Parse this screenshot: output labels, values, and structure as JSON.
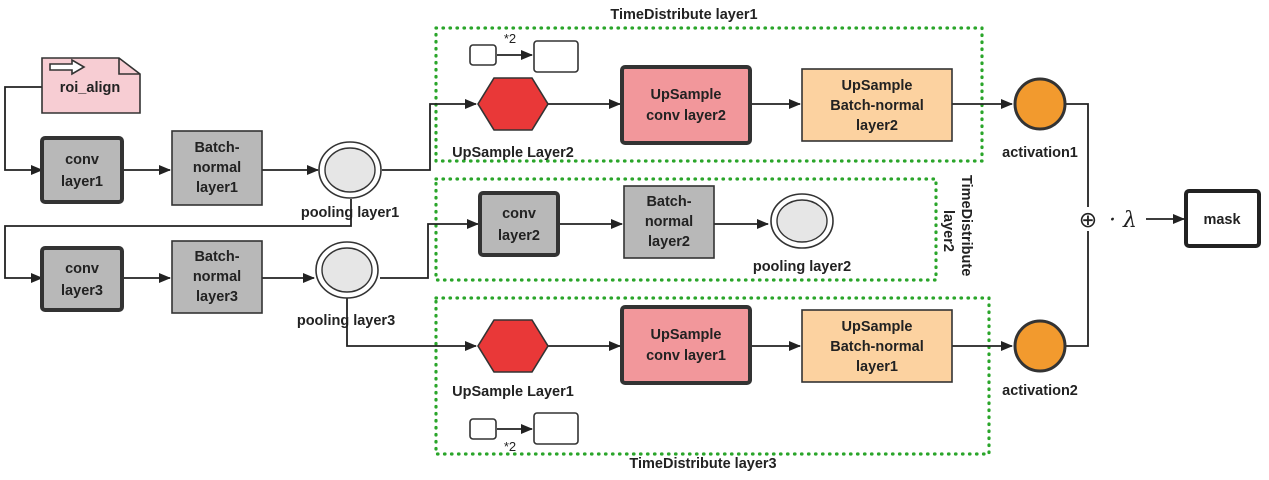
{
  "groups": {
    "td1": "TimeDistribute layer1",
    "td2_line1": "TimeDistribute",
    "td2_line2": "layer2",
    "td3": "TimeDistribute layer3"
  },
  "nodes": {
    "roi_align": "roi_align",
    "conv1": [
      "conv",
      "layer1"
    ],
    "bn1": [
      "Batch-",
      "normal",
      "layer1"
    ],
    "pool1": "pooling layer1",
    "conv3": [
      "conv",
      "layer3"
    ],
    "bn3": [
      "Batch-",
      "normal",
      "layer3"
    ],
    "pool3": "pooling layer3",
    "up2": "UpSample Layer2",
    "upconv2": [
      "UpSample",
      "conv layer2"
    ],
    "upbn2": [
      "UpSample",
      "Batch-normal",
      "layer2"
    ],
    "act1": "activation1",
    "conv2": [
      "conv",
      "layer2"
    ],
    "bn2": [
      "Batch-",
      "normal",
      "layer2"
    ],
    "pool2": "pooling layer2",
    "up1": "UpSample Layer1",
    "upconv1": [
      "UpSample",
      "conv layer1"
    ],
    "upbn1": [
      "UpSample",
      "Batch-normal",
      "layer1"
    ],
    "act2": "activation2",
    "mask": "mask"
  },
  "upsample_note": {
    "top": "*2",
    "bottom": "*2"
  },
  "combine": {
    "oplus": "⊕",
    "lambda": "· λ"
  },
  "colors": {
    "gray_box": "#b8b8b8",
    "pink_box": "#f2979b",
    "orange_box": "#fcd2a0",
    "red_hex": "#e93838",
    "orange_circle": "#f29a2e",
    "pool_circle": "#e6e6e6",
    "roi_note": "#f7cdd3",
    "group_border": "#2aa52a"
  }
}
